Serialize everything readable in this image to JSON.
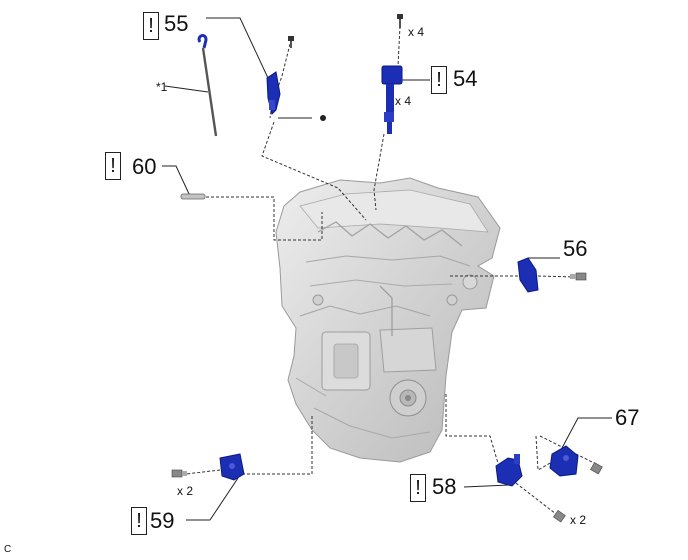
{
  "diagram": {
    "warning_symbol": "!",
    "corner_label": "C",
    "annotation_star": "*1",
    "callouts": {
      "c55": "55",
      "c54": "54",
      "c60": "60",
      "c56": "56",
      "c67": "67",
      "c58": "58",
      "c59": "59"
    },
    "quantities": {
      "q54_bolt": "x 4",
      "q54_coil": "x 4",
      "q59": "x 2",
      "q58": "x 2"
    },
    "colors": {
      "part_blue": "#1c2fb4",
      "engine_gray": "#d4d4d4",
      "line": "#333333"
    }
  }
}
